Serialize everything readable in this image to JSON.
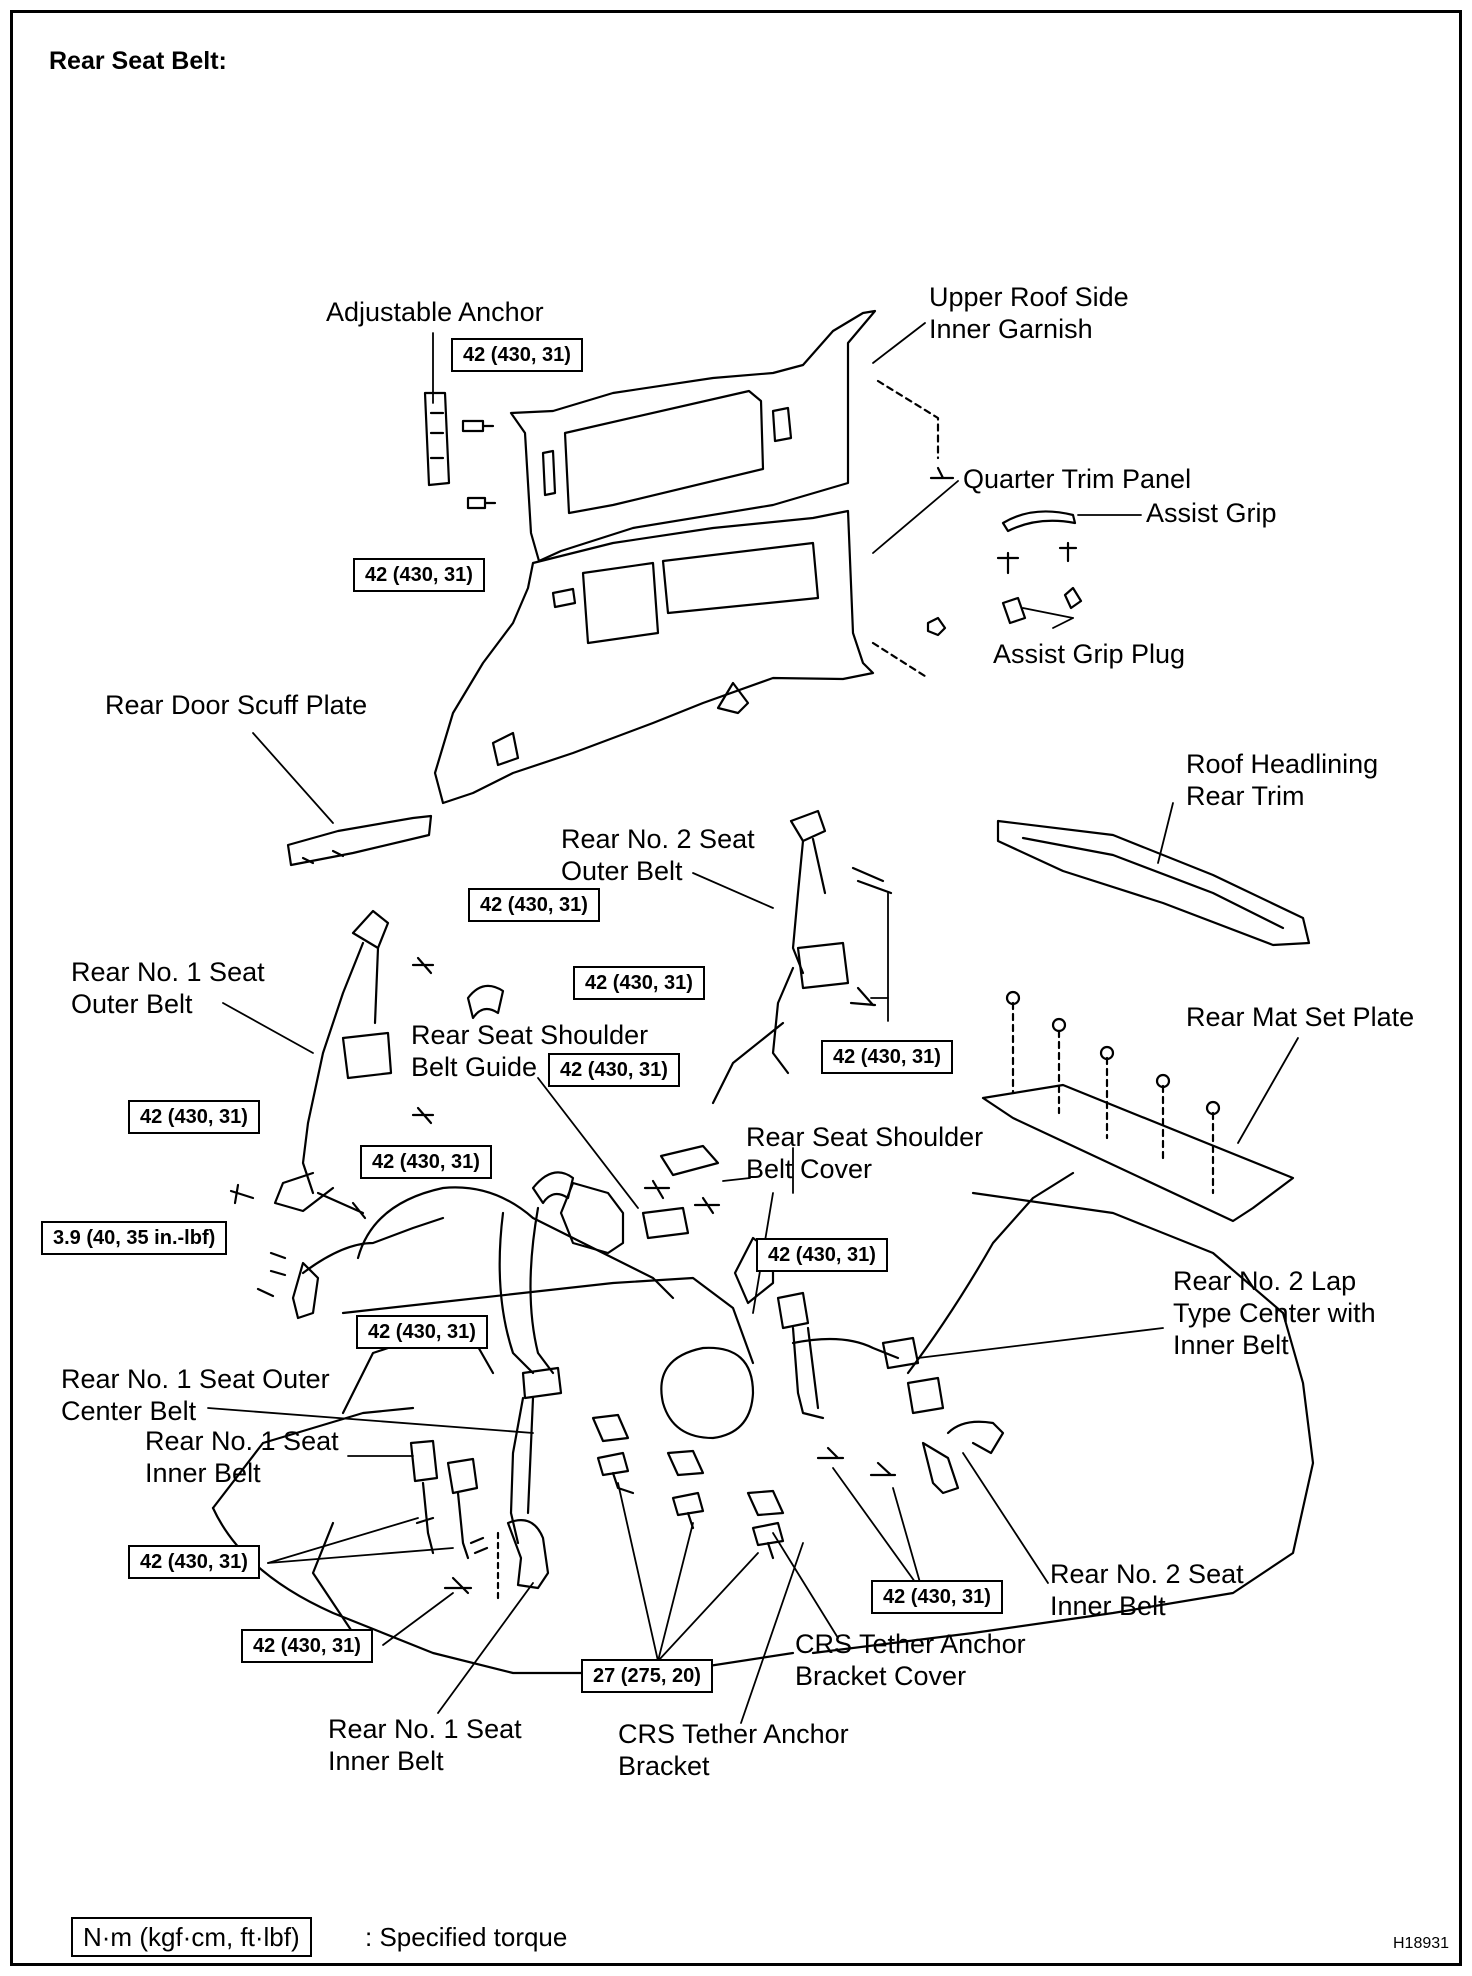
{
  "title": "Rear Seat Belt:",
  "labels": {
    "adjustable_anchor": "Adjustable Anchor",
    "upper_roof_side_line1": "Upper Roof Side",
    "upper_roof_side_line2": "Inner Garnish",
    "quarter_trim_panel": "Quarter Trim Panel",
    "assist_grip": "Assist Grip",
    "assist_grip_plug": "Assist Grip Plug",
    "rear_door_scuff_plate": "Rear Door Scuff Plate",
    "roof_headlining_line1": "Roof Headlining",
    "roof_headlining_line2": "Rear Trim",
    "rear_no2_outer_line1": "Rear No. 2 Seat",
    "rear_no2_outer_line2": "Outer Belt",
    "rear_no1_outer_line1": "Rear No. 1 Seat",
    "rear_no1_outer_line2": "Outer Belt",
    "shoulder_guide_line1": "Rear Seat Shoulder",
    "shoulder_guide_line2": "Belt Guide",
    "rear_mat_set_plate": "Rear Mat Set Plate",
    "shoulder_cover_line1": "Rear  Seat  Shoulder",
    "shoulder_cover_line2": "Belt Cover",
    "no2_lap_line1": "Rear No. 2 Lap",
    "no2_lap_line2": "Type Center with",
    "no2_lap_line3": "Inner Belt",
    "no1_outer_center_line1": "Rear No. 1 Seat Outer",
    "no1_outer_center_line2": "Center Belt",
    "no1_inner_a_line1": "Rear No. 1 Seat",
    "no1_inner_a_line2": "Inner Belt",
    "no2_inner_line1": "Rear No. 2 Seat",
    "no2_inner_line2": "Inner Belt",
    "crs_cover_line1": "CRS Tether Anchor",
    "crs_cover_line2": "Bracket Cover",
    "no1_inner_b_line1": "Rear No. 1 Seat",
    "no1_inner_b_line2": "Inner Belt",
    "crs_bracket_line1": "CRS Tether Anchor",
    "crs_bracket_line2": "Bracket"
  },
  "torque": {
    "standard": "42 (430, 31)",
    "small": "3.9 (40, 35 in.-lbf)",
    "crs": "27 (275, 20)"
  },
  "legend": {
    "unit": "N·m (kgf·cm, ft·lbf)",
    "text": ": Specified torque"
  },
  "code": "H18931"
}
